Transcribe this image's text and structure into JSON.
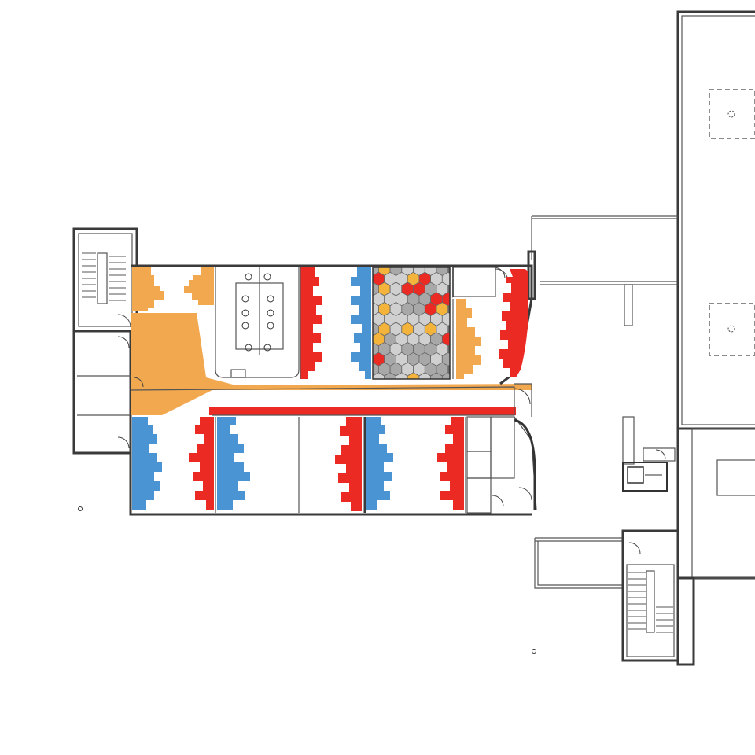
{
  "colors": {
    "background": "#ffffff",
    "wall": "#3a3a3a",
    "orange": "#f2a84e",
    "red": "#ec2a24",
    "blue": "#4a94d4",
    "corridor_orange": "#f2a84e",
    "corridor_red": "#ec2a24",
    "hex_gray": "#a8a8a8",
    "hex_light": "#d0d0d0",
    "hex_yellow": "#f4b43c"
  },
  "pattern": {
    "name": "stepped-zigzag-floor-finish",
    "rooms": [
      {
        "id": "room-orange-west",
        "left_color": "orange",
        "right_color": "orange"
      },
      {
        "id": "room-red-blue-north",
        "left_color": "red",
        "right_color": "blue"
      },
      {
        "id": "room-orange-red-north-east",
        "left_color": "orange",
        "right_color": "red"
      },
      {
        "id": "room-blue-red-south-west",
        "left_color": "blue",
        "right_color": "red"
      },
      {
        "id": "room-blue-red-south-mid",
        "left_color": "blue",
        "right_color": "red"
      },
      {
        "id": "room-red-south",
        "left_color": "none",
        "right_color": "red"
      },
      {
        "id": "room-blue-red-south-east",
        "left_color": "blue",
        "right_color": "red"
      }
    ]
  },
  "hex_tile_room": {
    "name": "hexagon-tile-room",
    "palette": [
      "hex_gray",
      "hex_light",
      "red",
      "hex_yellow"
    ]
  },
  "icons": [
    "stair-icon",
    "toilet-icon",
    "door-swing-icon",
    "elevator-icon"
  ]
}
